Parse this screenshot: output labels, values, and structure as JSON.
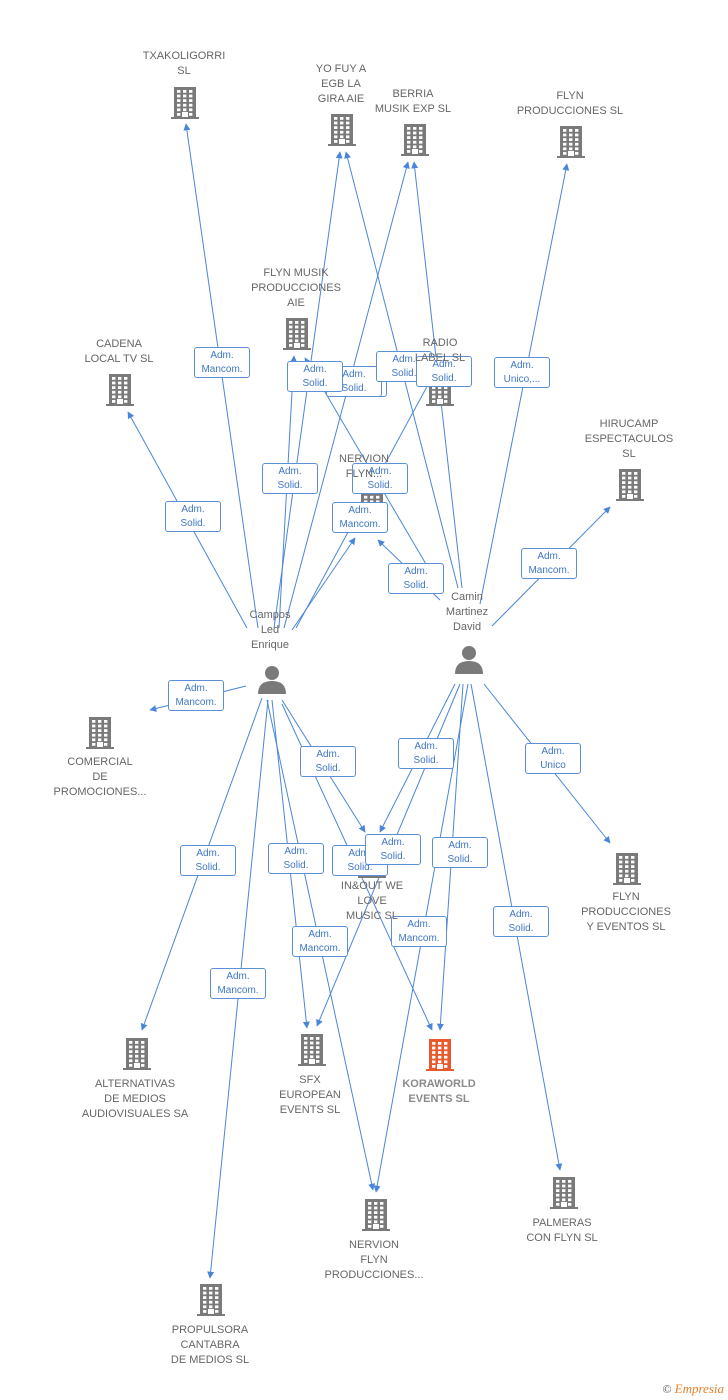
{
  "colors": {
    "company": "#7a7a7a",
    "highlight": "#e8592e",
    "person": "#7a7a7a",
    "edge": "#4a86d8",
    "label_border": "#5b8fd6"
  },
  "nodes": [
    {
      "id": "txakoligorri",
      "type": "company",
      "label": "TXAKOLIGORRI\nSL"
    },
    {
      "id": "yofuy",
      "type": "company",
      "label": "YO FUY A\nEGB LA\nGIRA  AIE"
    },
    {
      "id": "berria",
      "type": "company",
      "label": "BERRIA\nMUSIK EXP  SL"
    },
    {
      "id": "flynprod",
      "type": "company",
      "label": "FLYN\nPRODUCCIONES SL"
    },
    {
      "id": "flynmusik",
      "type": "company",
      "label": "FLYN MUSIK\nPRODUCCIONES\nAIE"
    },
    {
      "id": "cadena",
      "type": "company",
      "label": "CADENA\nLOCAL TV SL"
    },
    {
      "id": "radio",
      "type": "company",
      "label": "RADIO\nLABEL SL"
    },
    {
      "id": "hirucamp",
      "type": "company",
      "label": "HIRUCAMP\nESPECTACULOS\nSL"
    },
    {
      "id": "nervionfly",
      "type": "company",
      "label": "NERVION\nFLYN..."
    },
    {
      "id": "campos",
      "type": "person",
      "label": "Campos\nLed\nEnrique"
    },
    {
      "id": "camin",
      "type": "person",
      "label": "Camin\nMartinez\nDavid"
    },
    {
      "id": "comercial",
      "type": "company",
      "label": "COMERCIAL\nDE\nPROMOCIONES..."
    },
    {
      "id": "inout",
      "type": "company",
      "label": "IN&OUT WE\nLOVE\nMUSIC  SL"
    },
    {
      "id": "flynprodev",
      "type": "company",
      "label": "FLYN\nPRODUCCIONES\nY EVENTOS  SL"
    },
    {
      "id": "alternativas",
      "type": "company",
      "label": "ALTERNATIVAS\nDE MEDIOS\nAUDIOVISUALES SA"
    },
    {
      "id": "sfx",
      "type": "company",
      "label": "SFX\nEUROPEAN\nEVENTS  SL"
    },
    {
      "id": "koraworld",
      "type": "company",
      "highlight": true,
      "label": "KORAWORLD\nEVENTS  SL"
    },
    {
      "id": "nervionflyn",
      "type": "company",
      "label": "NERVION\nFLYN\nPRODUCCIONES..."
    },
    {
      "id": "palmeras",
      "type": "company",
      "label": "PALMERAS\nCON FLYN SL"
    },
    {
      "id": "propulsora",
      "type": "company",
      "label": "PROPULSORA\nCANTABRA\nDE MEDIOS SL"
    }
  ],
  "edges": [
    {
      "from": "campos",
      "to": "txakoligorri",
      "label": "Adm.\nMancom."
    },
    {
      "from": "campos",
      "to": "cadena",
      "label": "Adm.\nSolid."
    },
    {
      "from": "campos",
      "to": "yofuy",
      "label": "Adm.\nSolid."
    },
    {
      "from": "campos",
      "to": "flynmusik",
      "label": "Adm.\nSolid."
    },
    {
      "from": "campos",
      "to": "berria",
      "label": "Adm.\nSolid."
    },
    {
      "from": "campos",
      "to": "nervionfly",
      "label": "Adm.\nMancom."
    },
    {
      "from": "campos",
      "to": "radio",
      "label": "Adm.\nSolid."
    },
    {
      "from": "campos",
      "to": "comercial",
      "label": "Adm.\nMancom."
    },
    {
      "from": "campos",
      "to": "inout",
      "label": "Adm.\nSolid."
    },
    {
      "from": "campos",
      "to": "alternativas",
      "label": "Adm.\nSolid."
    },
    {
      "from": "campos",
      "to": "sfx",
      "label": "Adm.\nSolid."
    },
    {
      "from": "campos",
      "to": "koraworld",
      "label": "Adm.\nSolid."
    },
    {
      "from": "campos",
      "to": "nervionflyn",
      "label": "Adm.\nMancom."
    },
    {
      "from": "campos",
      "to": "propulsora",
      "label": "Adm.\nMancom."
    },
    {
      "from": "camin",
      "to": "yofuy",
      "label": "Adm.\nSolid."
    },
    {
      "from": "camin",
      "to": "berria",
      "label": "Adm.\nSolid."
    },
    {
      "from": "camin",
      "to": "flynmusik",
      "label": "Adm.\nSolid."
    },
    {
      "from": "camin",
      "to": "flynprod",
      "label": "Adm.\nUnico,..."
    },
    {
      "from": "camin",
      "to": "hirucamp",
      "label": "Adm.\nMancom."
    },
    {
      "from": "camin",
      "to": "nervionfly",
      "label": "Adm.\nSolid."
    },
    {
      "from": "camin",
      "to": "inout",
      "label": "Adm.\nSolid."
    },
    {
      "from": "camin",
      "to": "sfx",
      "label": "Adm.\nSolid."
    },
    {
      "from": "camin",
      "to": "koraworld",
      "label": "Adm.\nSolid."
    },
    {
      "from": "camin",
      "to": "flynprodev",
      "label": "Adm.\nUnico"
    },
    {
      "from": "camin",
      "to": "nervionflyn",
      "label": "Adm.\nMancom."
    },
    {
      "from": "camin",
      "to": "palmeras",
      "label": "Adm.\nSolid."
    }
  ],
  "footer": {
    "copyright": "©",
    "brand": "Empresia"
  }
}
